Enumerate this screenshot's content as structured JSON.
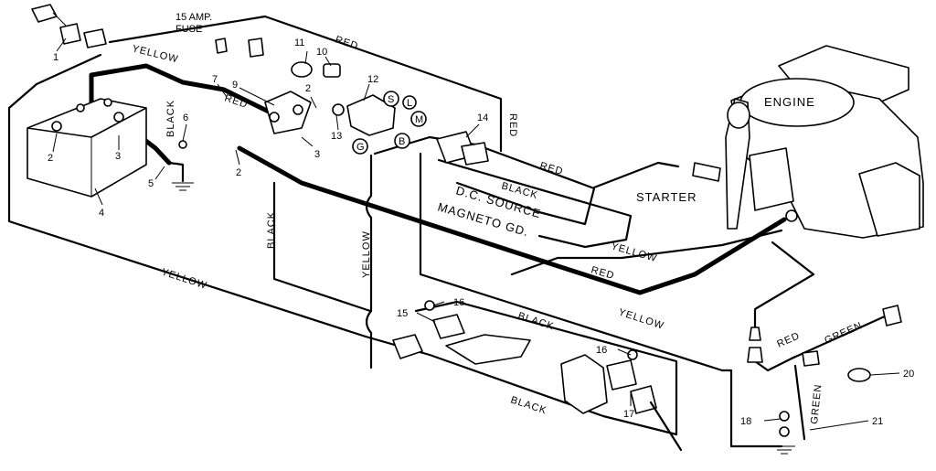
{
  "wire_labels": {
    "yellow_top": "YELLOW",
    "red_top": "RED",
    "red_right": "RED",
    "red_short": "RED",
    "black_battery": "BLACK",
    "black_vertical": "BLACK",
    "yellow_vertical": "YELLOW",
    "red_mid": "RED",
    "black_mid": "BLACK",
    "yellow_mid": "YELLOW",
    "red_lower": "RED",
    "yellow_lower": "YELLOW",
    "yellow_left": "YELLOW",
    "black_lower": "BLACK",
    "black_bottom": "BLACK",
    "red_bottom": "RED",
    "green_bottom": "GREEN",
    "green_vertical": "GREEN"
  },
  "component_labels": {
    "fuse_line1": "15 AMP.",
    "fuse_line2": "FUSE",
    "dc_source": "D.C. SOURCE",
    "magneto": "MAGNETO GD.",
    "engine": "ENGINE",
    "starter": "STARTER"
  },
  "terminal_letters": {
    "s": "S",
    "l": "L",
    "m": "M",
    "b": "B",
    "g": "G"
  },
  "callouts": {
    "n1": "1",
    "n2a": "2",
    "n2b": "2",
    "n2c": "2",
    "n3a": "3",
    "n3b": "3",
    "n4": "4",
    "n5": "5",
    "n6": "6",
    "n7": "7",
    "n9": "9",
    "n10": "10",
    "n11": "11",
    "n12": "12",
    "n13": "13",
    "n14": "14",
    "n15": "15",
    "n16a": "16",
    "n16b": "16",
    "n17": "17",
    "n18": "18",
    "n20": "20",
    "n21": "21"
  }
}
